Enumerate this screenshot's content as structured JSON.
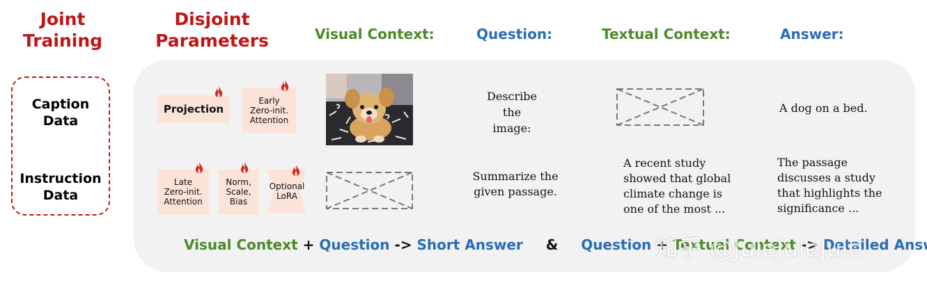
{
  "headers": {
    "joint_training": [
      "Joint",
      "Training"
    ],
    "disjoint_parameters": [
      "Disjoint",
      "Parameters"
    ],
    "visual_context": "Visual Context:",
    "question": "Question:",
    "textual_context": "Textual Context:",
    "answer": "Answer:"
  },
  "data_types": {
    "caption": [
      "Caption",
      "Data"
    ],
    "instruction": [
      "Instruction",
      "Data"
    ]
  },
  "modules": {
    "projection": "Projection",
    "early_attention": [
      "Early",
      "Zero-init.",
      "Attention"
    ],
    "late_attention": [
      "Late",
      "Zero-init.",
      "Attention"
    ],
    "norm_scale_bias": [
      "Norm,",
      "Scale,",
      "Bias"
    ],
    "optional_lora": [
      "Optional",
      "LoRA"
    ]
  },
  "caption_row": {
    "question": [
      "Describe",
      "the",
      "image:"
    ],
    "answer": "A dog on a bed."
  },
  "instruction_row": {
    "question": [
      "Summarize the",
      "given passage."
    ],
    "textual_context": [
      "A recent study",
      "showed that global",
      "climate change is",
      "one of the most ..."
    ],
    "answer": [
      "The passage",
      "discusses a study",
      "that highlights the",
      "significance ..."
    ]
  },
  "formula": {
    "left": {
      "visual_context": "Visual Context",
      "plus": "+",
      "question": "Question",
      "arrow": "->",
      "short_answer": "Short Answer"
    },
    "amp": "&",
    "right": {
      "question": "Question",
      "plus": "+",
      "textual_context": "Textual Context",
      "arrow": "->",
      "detailed_answer": "Detailed Answer"
    }
  },
  "watermark": "知乎 @JuleJuleJule",
  "colors": {
    "red": "#c01515",
    "green": "#4a8a2a",
    "blue": "#2a6db5",
    "module_bg": "#fbe3d8",
    "panel_bg": "#f2f2f2"
  }
}
